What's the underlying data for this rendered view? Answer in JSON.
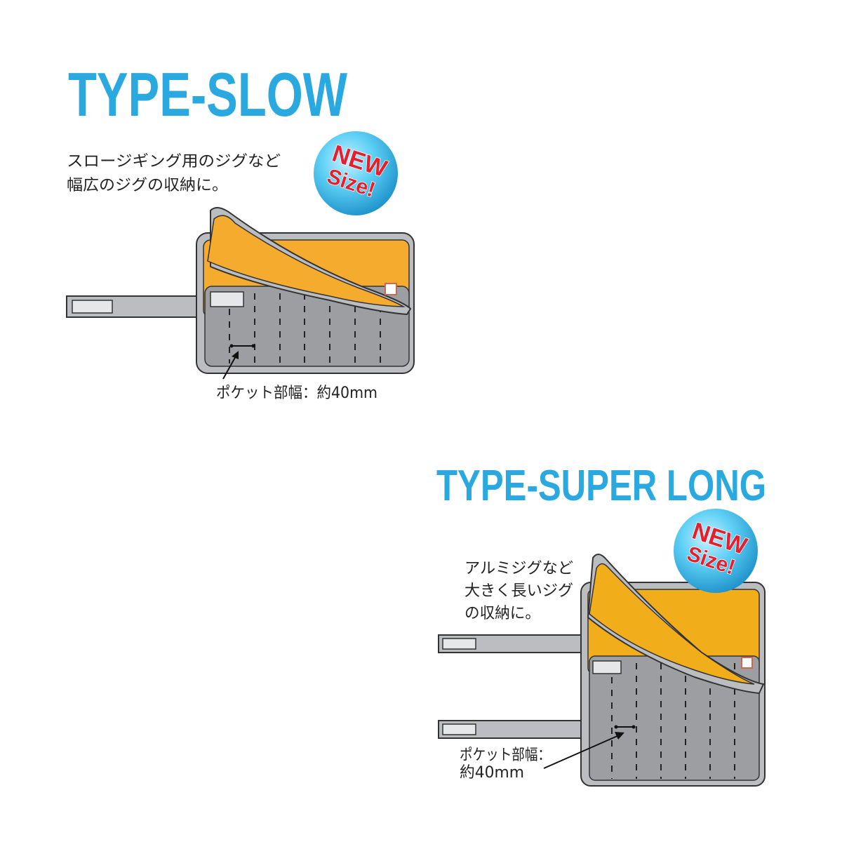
{
  "products": [
    {
      "title": "TYPE-SLOW",
      "description": [
        "スロージギング用のジグなど",
        "幅広のジグの収納に。"
      ],
      "badge": {
        "line1": "NEW",
        "line2": "Size!"
      },
      "pocket_label": [
        "ポケット部幅：約40mm"
      ]
    },
    {
      "title": "TYPE-SUPER LONG",
      "description": [
        "アルミジグなど",
        "大きく長いジグ",
        "の収納に。"
      ],
      "badge": {
        "line1": "NEW",
        "line2": "Size!"
      },
      "pocket_label": [
        "ポケット部幅：",
        "約40mm"
      ]
    }
  ],
  "colors": {
    "title": "#2aa9e0",
    "flap": "#f5ab2e",
    "pocket": "#9d9ea1",
    "border": "#bcbdc0",
    "badge_text": "#e4202e"
  }
}
